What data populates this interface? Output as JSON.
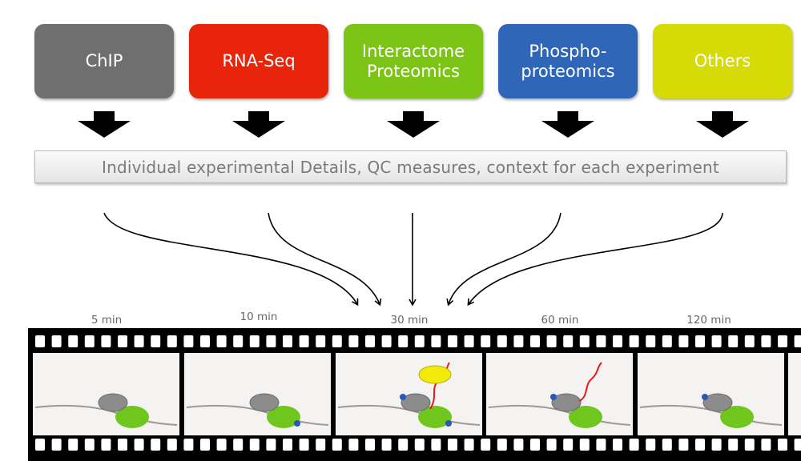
{
  "boxes": [
    {
      "label": "ChIP",
      "color": "#6f6f70"
    },
    {
      "label": "RNA-Seq",
      "color": "#e8250a"
    },
    {
      "label": "Interactome\nProteomics",
      "color": "#7cc416"
    },
    {
      "label": "Phospho-\nproteomics",
      "color": "#2f66b8"
    },
    {
      "label": "Others",
      "color": "#d6da05"
    }
  ],
  "details_bar": {
    "label": "Individual experimental Details, QC measures, context for each experiment"
  },
  "timepoints": [
    {
      "label": "5 min"
    },
    {
      "label": "10 min"
    },
    {
      "label": "30 min"
    },
    {
      "label": "60 min"
    },
    {
      "label": "120 min"
    }
  ],
  "colors": {
    "arrow": "#000000",
    "film": "#000000",
    "frame_bg": "#f5f3f1",
    "grey_protein": "#8c8c8c",
    "green_protein": "#6fc61c",
    "yellow_protein": "#f2ea0a",
    "rna_strand": "#e41a1a",
    "phospho_dot": "#2858b8"
  }
}
